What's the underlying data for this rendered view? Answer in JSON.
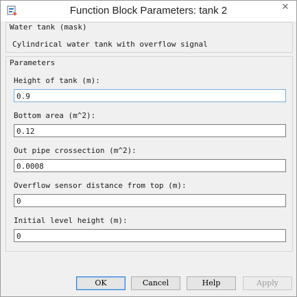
{
  "window": {
    "title": "Function Block Parameters: tank 2",
    "close_glyph": "✕"
  },
  "mask": {
    "legend": "Water tank (mask)",
    "description": "Cylindrical water tank with overflow signal"
  },
  "parameters": {
    "legend": "Parameters",
    "fields": [
      {
        "label": "Height of tank (m):",
        "value": "0.9"
      },
      {
        "label": "Bottom area (m^2):",
        "value": "0.12"
      },
      {
        "label": "Out pipe crossection (m^2):",
        "value": "0.0008"
      },
      {
        "label": "Overflow sensor distance from top (m):",
        "value": "0"
      },
      {
        "label": "Initial level height (m):",
        "value": "0"
      }
    ]
  },
  "buttons": {
    "ok": "OK",
    "cancel": "Cancel",
    "help": "Help",
    "apply": "Apply"
  },
  "colors": {
    "focus_border": "#7aaad6",
    "default_button_border": "#2f7fd6",
    "dialog_background": "#f0f0f0"
  }
}
